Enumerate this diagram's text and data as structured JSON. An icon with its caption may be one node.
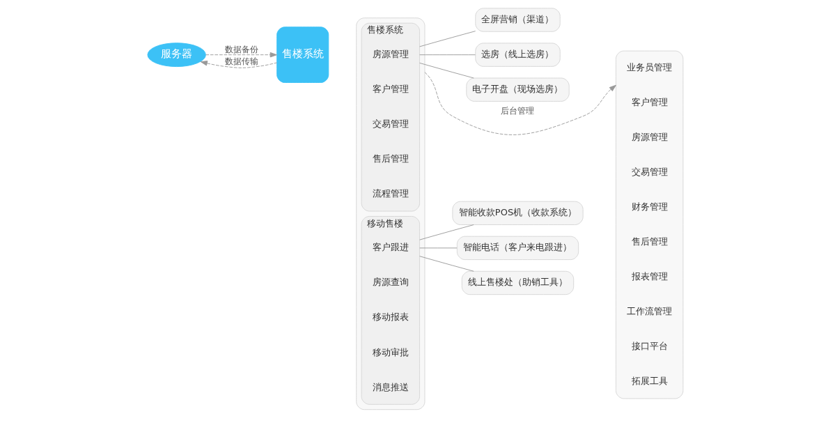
{
  "diagram": {
    "nodes": [
      {
        "text": [
          "服务器"
        ]
      },
      {
        "text": [
          "售楼系统"
        ]
      },
      {
        "text": [],
        "shape": "box"
      },
      {
        "text": [
          "售楼系统"
        ],
        "in": 2
      },
      {
        "text": [
          "房源管理"
        ],
        "in": 3
      },
      {
        "text": [
          "客户管理"
        ],
        "in": 3
      },
      {
        "text": [
          "交易管理"
        ],
        "in": 3
      },
      {
        "text": [
          "售后管理"
        ],
        "in": 3
      },
      {
        "text": [
          "流程管理"
        ],
        "in": 3
      },
      {
        "text": [
          "移动售楼"
        ],
        "in": 2
      },
      {
        "text": [
          "客户跟进"
        ],
        "in": 9
      },
      {
        "text": [
          "房源查询"
        ],
        "in": 9
      },
      {
        "text": [
          "移动报表"
        ],
        "in": 9
      },
      {
        "text": [
          "移动审批"
        ],
        "in": 9
      },
      {
        "text": [
          "消息推送"
        ],
        "in": 9
      },
      {
        "text": [
          "全屏营销（渠道）"
        ]
      },
      {
        "text": [
          "选房（线上选房）"
        ]
      },
      {
        "text": [
          "电子开盘（现场选房）"
        ]
      },
      {
        "text": [
          "智能收款POS机（收款系统）"
        ]
      },
      {
        "text": [
          "智能电话（客户来电跟进）"
        ]
      },
      {
        "text": [
          "线上售楼处（助销工具）"
        ]
      },
      {
        "text": [],
        "shape": "box"
      },
      {
        "text": [
          "业务员管理"
        ],
        "in": 21
      },
      {
        "text": [
          "客户管理"
        ],
        "in": 21
      },
      {
        "text": [
          "房源管理"
        ],
        "in": 21
      },
      {
        "text": [
          "交易管理"
        ],
        "in": 21
      },
      {
        "text": [
          "财务管理"
        ],
        "in": 21
      },
      {
        "text": [
          "售后管理"
        ],
        "in": 21
      },
      {
        "text": [
          "报表管理"
        ],
        "in": 21
      },
      {
        "text": [
          "工作流管理"
        ],
        "in": 21
      },
      {
        "text": [
          "接口平台"
        ],
        "in": 21
      },
      {
        "text": [
          "拓展工具"
        ],
        "in": 21
      }
    ],
    "edges": [
      {
        "from": 0,
        "to": 1,
        "arrow": "to",
        "label": "数据备份",
        "style": "dashed"
      },
      {
        "from": 1,
        "to": 0,
        "arrow": "to",
        "label": "数据传输",
        "style": "dashed"
      },
      {
        "from": 3,
        "to": 15,
        "arrow": "none"
      },
      {
        "from": 3,
        "to": 16,
        "arrow": "none"
      },
      {
        "from": 3,
        "to": 17,
        "arrow": "none"
      },
      {
        "from": 9,
        "to": 18,
        "arrow": "none"
      },
      {
        "from": 9,
        "to": 19,
        "arrow": "none"
      },
      {
        "from": 9,
        "to": 20,
        "arrow": "none"
      },
      {
        "from": 2,
        "to": 21,
        "arrow": "to",
        "label": "后台管理",
        "style": "dashed"
      }
    ]
  }
}
